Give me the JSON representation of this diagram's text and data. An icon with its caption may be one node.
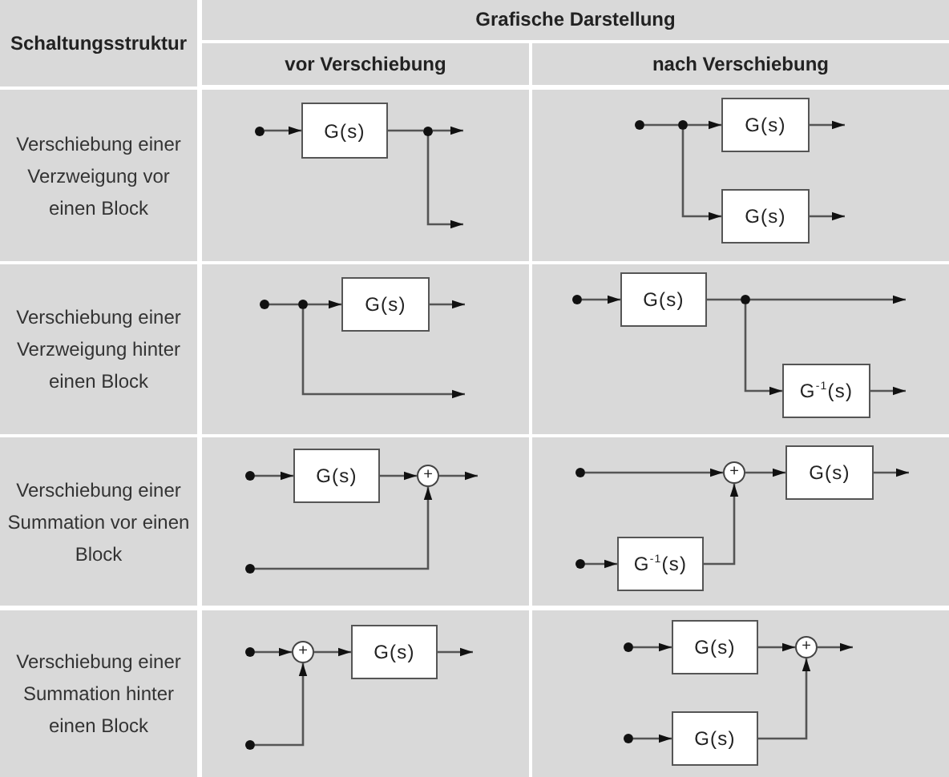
{
  "diagram": {
    "nodes": [
      {
        "text": [],
        "shape": "circle"
      },
      {
        "text": [
          "G(s)"
        ]
      },
      {
        "text": [],
        "shape": "circle"
      },
      {
        "text": [],
        "shape": "circle"
      },
      {
        "text": [],
        "shape": "circle"
      },
      {
        "text": [
          "G(s)"
        ]
      },
      {
        "text": [
          "G(s)"
        ]
      },
      {
        "text": [],
        "shape": "circle"
      },
      {
        "text": [],
        "shape": "circle"
      },
      {
        "text": [
          "G(s)"
        ]
      },
      {
        "text": [],
        "shape": "circle"
      },
      {
        "text": [
          "G(s)"
        ]
      },
      {
        "text": [],
        "shape": "circle"
      },
      {
        "text": [
          "G$^{-1}$(s)"
        ]
      },
      {
        "text": [],
        "shape": "circle"
      },
      {
        "text": [
          "G(s)"
        ]
      },
      {
        "text": [
          "+"
        ]
      },
      {
        "text": [],
        "shape": "circle"
      },
      {
        "text": [],
        "shape": "circle"
      },
      {
        "text": [
          "+"
        ]
      },
      {
        "text": [
          "G(s)"
        ]
      },
      {
        "text": [],
        "shape": "circle"
      },
      {
        "text": [
          "G$^{-1}$(s)"
        ]
      },
      {
        "text": [],
        "shape": "circle"
      },
      {
        "text": [
          "+"
        ]
      },
      {
        "text": [
          "G(s)"
        ]
      },
      {
        "text": [],
        "shape": "circle"
      },
      {
        "text": [],
        "shape": "circle"
      },
      {
        "text": [
          "G(s)"
        ]
      },
      {
        "text": [
          "+"
        ]
      },
      {
        "text": [],
        "shape": "circle"
      },
      {
        "text": [
          "G(s)"
        ]
      }
    ],
    "edges": [
      {
        "from": 0,
        "to": 1,
        "arrow": "to"
      },
      {
        "from": 1,
        "to": 2,
        "arrow": "none"
      },
      {
        "from": 2,
        "to": null,
        "arrow": "to"
      },
      {
        "from": 2,
        "to": null,
        "arrow": "to"
      },
      {
        "from": 3,
        "to": 4,
        "arrow": "none"
      },
      {
        "from": 4,
        "to": 5,
        "arrow": "to"
      },
      {
        "from": 4,
        "to": 6,
        "arrow": "to"
      },
      {
        "from": 5,
        "to": null,
        "arrow": "to"
      },
      {
        "from": 6,
        "to": null,
        "arrow": "to"
      },
      {
        "from": 7,
        "to": 8,
        "arrow": "none"
      },
      {
        "from": 8,
        "to": 9,
        "arrow": "to"
      },
      {
        "from": 9,
        "to": null,
        "arrow": "to"
      },
      {
        "from": 8,
        "to": null,
        "arrow": "to"
      },
      {
        "from": 10,
        "to": 11,
        "arrow": "to"
      },
      {
        "from": 11,
        "to": 12,
        "arrow": "none"
      },
      {
        "from": 12,
        "to": null,
        "arrow": "to"
      },
      {
        "from": 12,
        "to": 13,
        "arrow": "to"
      },
      {
        "from": 13,
        "to": null,
        "arrow": "to"
      },
      {
        "from": 14,
        "to": 15,
        "arrow": "to"
      },
      {
        "from": 15,
        "to": 16,
        "arrow": "to"
      },
      {
        "from": 16,
        "to": null,
        "arrow": "to"
      },
      {
        "from": 17,
        "to": 16,
        "arrow": "to"
      },
      {
        "from": 18,
        "to": 19,
        "arrow": "to"
      },
      {
        "from": 19,
        "to": 20,
        "arrow": "to"
      },
      {
        "from": 20,
        "to": null,
        "arrow": "to"
      },
      {
        "from": 21,
        "to": 22,
        "arrow": "to"
      },
      {
        "from": 22,
        "to": 19,
        "arrow": "to"
      },
      {
        "from": 23,
        "to": 24,
        "arrow": "to"
      },
      {
        "from": 24,
        "to": 25,
        "arrow": "to"
      },
      {
        "from": 25,
        "to": null,
        "arrow": "to"
      },
      {
        "from": 26,
        "to": 24,
        "arrow": "to"
      },
      {
        "from": 27,
        "to": 28,
        "arrow": "to"
      },
      {
        "from": 28,
        "to": 29,
        "arrow": "to"
      },
      {
        "from": 29,
        "to": null,
        "arrow": "to"
      },
      {
        "from": 30,
        "to": 31,
        "arrow": "to"
      },
      {
        "from": 31,
        "to": 29,
        "arrow": "to"
      }
    ],
    "labels": [
      "Schaltungsstruktur",
      "Grafische Darstellung",
      "vor Verschiebung",
      "nach Verschiebung",
      "Verschiebung einer Verzweigung vor einen Block",
      "Verschiebung einer Verzweigung hinter einen Block",
      "Verschiebung einer Summation vor einen Block",
      "Verschiebung einer Summation hinter einen Block"
    ]
  }
}
